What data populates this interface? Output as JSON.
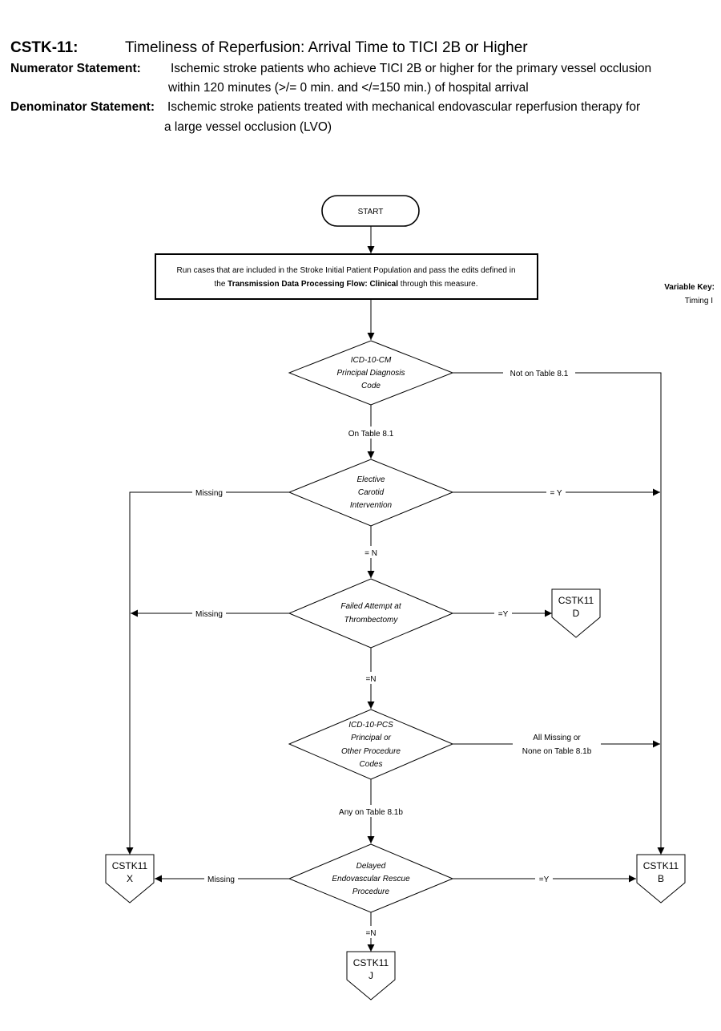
{
  "header": {
    "measure_id": "CSTK-11:",
    "measure_title": "Timeliness of Reperfusion: Arrival Time to TICI 2B or Higher",
    "numerator_label": "Numerator Statement:",
    "numerator_line1": "Ischemic stroke patients who achieve TICI 2B or higher for the primary vessel occlusion",
    "numerator_line2": "within 120 minutes (>/= 0 min. and </=150 min.) of hospital arrival",
    "denominator_label": "Denominator Statement:",
    "denominator_line1": "Ischemic stroke patients treated with mechanical endovascular reperfusion therapy for",
    "denominator_line2": "a large vessel occlusion (LVO)"
  },
  "variable_key": {
    "label": "Variable Key:",
    "value": "Timing I"
  },
  "flow": {
    "start": "START",
    "process": {
      "line1": "Run cases that are included in the Stroke Initial Patient Population and pass the edits defined in",
      "line2_pre": "the ",
      "line2_bold": "Transmission Data Processing Flow: Clinical",
      "line2_post": " through this measure."
    },
    "decision_icd10cm": {
      "line1": "ICD-10-CM",
      "line2": "Principal Diagnosis",
      "line3": "Code"
    },
    "decision_elective": {
      "line1": "Elective",
      "line2": "Carotid",
      "line3": "Intervention"
    },
    "decision_failed": {
      "line1": "Failed Attempt at",
      "line2": "Thrombectomy"
    },
    "decision_icd10pcs": {
      "line1": "ICD-10-PCS",
      "line2": "Principal or",
      "line3": "Other Procedure",
      "line4": "Codes"
    },
    "decision_delayed": {
      "line1": "Delayed",
      "line2": "Endovascular Rescue",
      "line3": "Procedure"
    },
    "labels": {
      "not_on_table": "Not on Table 8.1",
      "on_table": "On Table 8.1",
      "elective_missing": "Missing",
      "elective_y": "= Y",
      "elective_n": "= N",
      "failed_missing": "Missing",
      "failed_y": "=Y",
      "failed_n": "=N",
      "pcs_missing_line1": "All Missing or",
      "pcs_missing_line2": "None on Table 8.1b",
      "pcs_any": "Any on Table 8.1b",
      "delayed_missing": "Missing",
      "delayed_y": "=Y",
      "delayed_n": "=N"
    },
    "connectors": {
      "d": {
        "line1": "CSTK11",
        "line2": "D"
      },
      "x": {
        "line1": "CSTK11",
        "line2": "X"
      },
      "b": {
        "line1": "CSTK11",
        "line2": "B"
      },
      "j": {
        "line1": "CSTK11",
        "line2": "J"
      }
    }
  }
}
